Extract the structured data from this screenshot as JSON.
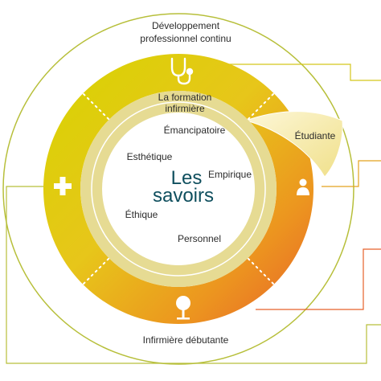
{
  "outer_ring": {
    "top_label": [
      "Développement",
      "professionnel continu"
    ],
    "bottom_label": "Infirmière débutante"
  },
  "middle_ring": {
    "label": [
      "La formation",
      "infirmière"
    ],
    "student_label": "Étudiante"
  },
  "center": {
    "title": [
      "Les",
      "savoirs"
    ]
  },
  "savoirs": {
    "emancipatoire": "Émancipatoire",
    "esthetique": "Esthétique",
    "empirique": "Empirique",
    "ethique": "Éthique",
    "personnel": "Personnel"
  },
  "icons": {
    "top": "stethoscope-icon",
    "left": "plus-icon",
    "right": "person-icon",
    "bottom": "tree-icon"
  },
  "colors": {
    "olive": "#b7bf3a",
    "yellow_green": "#d7d400",
    "orange": "#ec8f1e",
    "orange_red": "#e6622a",
    "inner_ring": "#e6db93",
    "text_dark": "#0f4f5e"
  }
}
